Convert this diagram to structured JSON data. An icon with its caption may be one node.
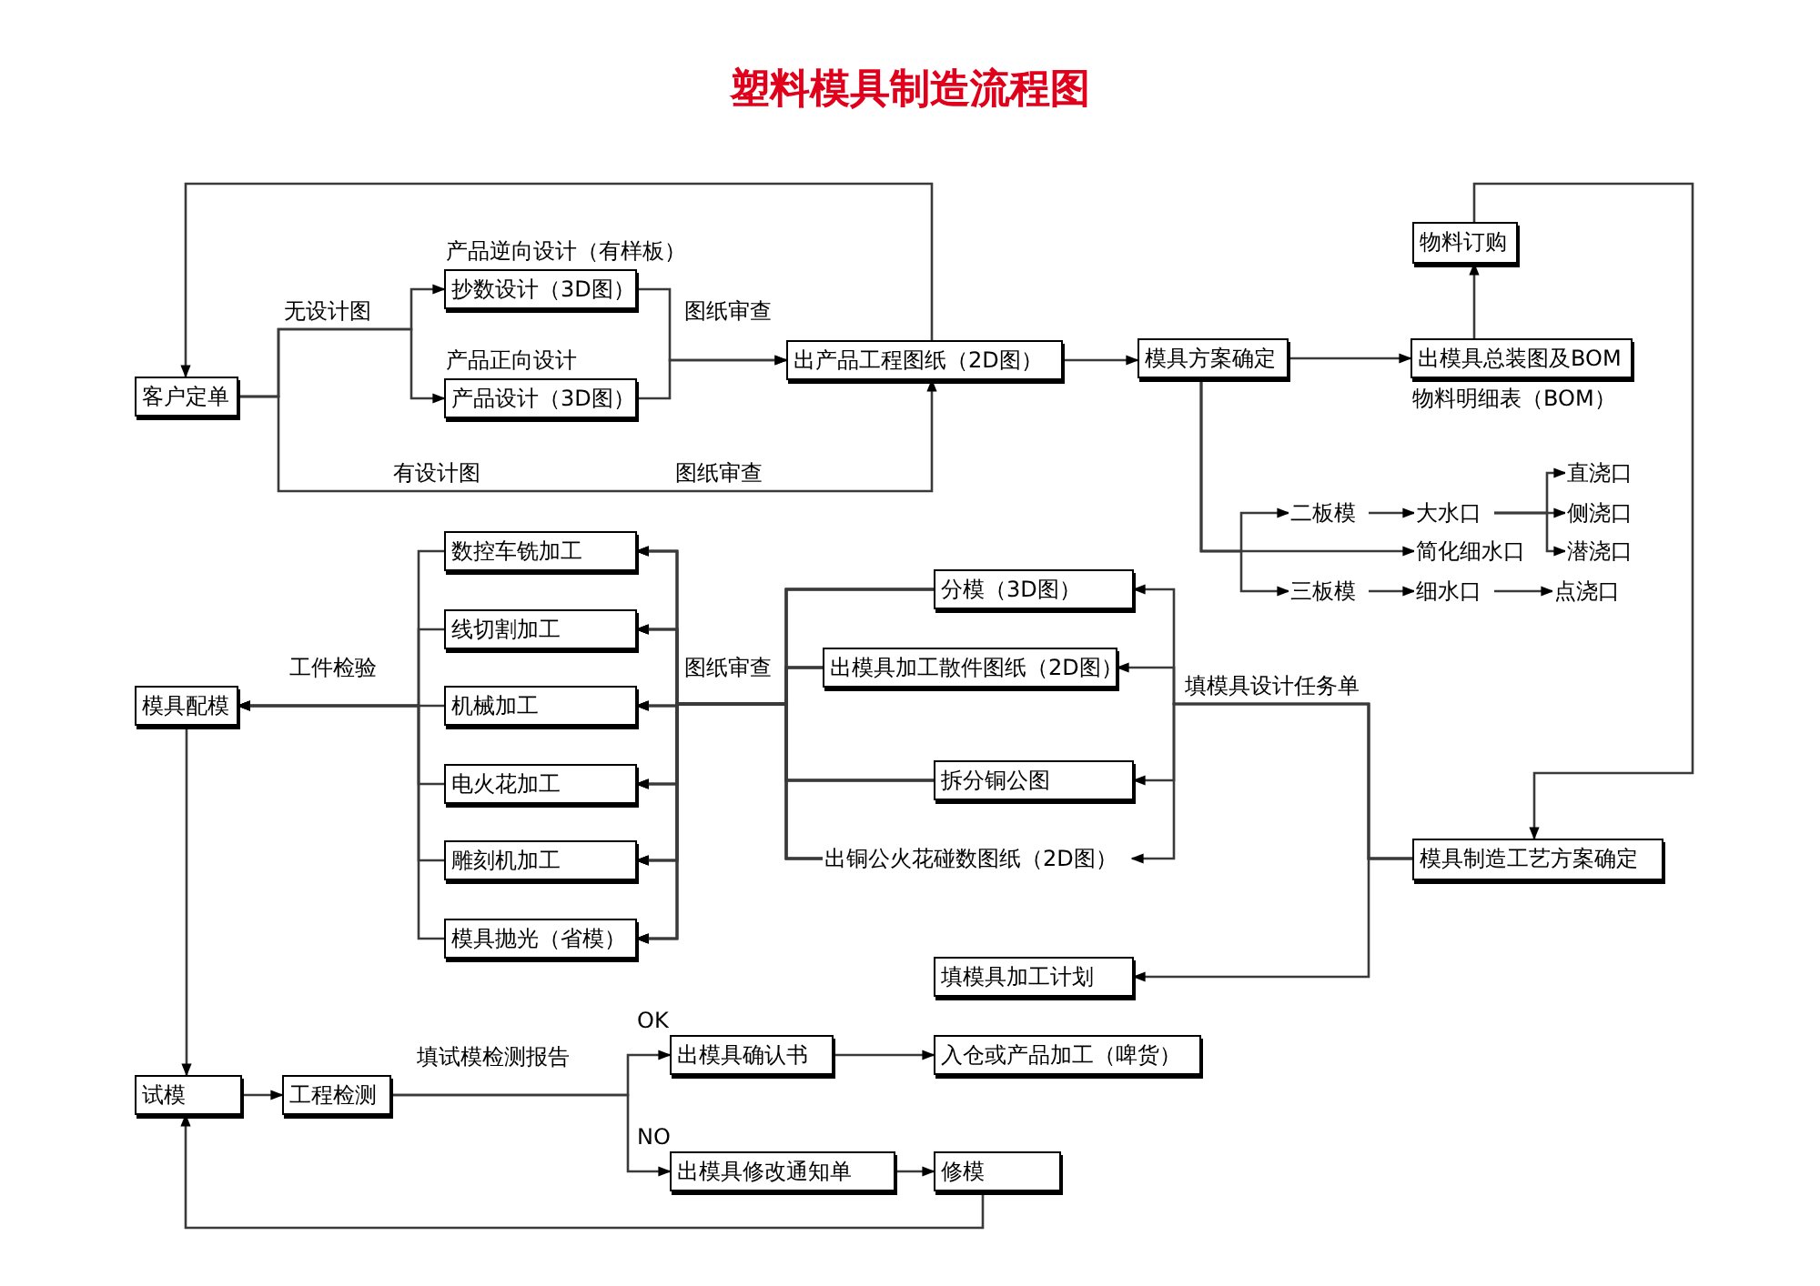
{
  "diagram": {
    "title": "塑料模具制造流程图",
    "nodes": [
      {
        "text": [
          "客户定单"
        ]
      },
      {
        "text": [
          "产品逆向设计（有样板）",
          "抄数设计（3D图）"
        ]
      },
      {
        "text": [
          "产品正向设计",
          "产品设计（3D图）"
        ]
      },
      {
        "text": [
          "出产品工程图纸（2D图）"
        ]
      },
      {
        "text": [
          "模具方案确定"
        ]
      },
      {
        "text": [
          "出模具总装图及BOM"
        ],
        "beside": [
          "物料明细表（BOM）"
        ]
      },
      {
        "text": [
          "物料订购"
        ]
      },
      {
        "text": [
          "二板模"
        ]
      },
      {
        "text": [
          "三板模"
        ]
      },
      {
        "text": [
          "大水口"
        ]
      },
      {
        "text": [
          "简化细水口"
        ]
      },
      {
        "text": [
          "细水口"
        ]
      },
      {
        "text": [
          "直浇口"
        ]
      },
      {
        "text": [
          "侧浇口"
        ]
      },
      {
        "text": [
          "潜浇口"
        ]
      },
      {
        "text": [
          "点浇口"
        ]
      },
      {
        "text": [
          "分模（3D图）"
        ]
      },
      {
        "text": [
          "出模具加工散件图纸（2D图）"
        ]
      },
      {
        "text": [
          "拆分铜公图"
        ]
      },
      {
        "text": [
          "出铜公火花碰数图纸（2D图）"
        ]
      },
      {
        "text": [
          "模具制造工艺方案确定"
        ]
      },
      {
        "text": [
          "填模具加工计划"
        ]
      },
      {
        "text": [
          "数控车铣加工"
        ]
      },
      {
        "text": [
          "线切割加工"
        ]
      },
      {
        "text": [
          "机械加工"
        ]
      },
      {
        "text": [
          "电火花加工"
        ]
      },
      {
        "text": [
          "雕刻机加工"
        ]
      },
      {
        "text": [
          "模具抛光（省模）"
        ]
      },
      {
        "text": [
          "模具配模"
        ]
      },
      {
        "text": [
          "试模"
        ]
      },
      {
        "text": [
          "工程检测"
        ]
      },
      {
        "text": [
          "出模具确认书"
        ]
      },
      {
        "text": [
          "入仓或产品加工（啤货）"
        ]
      },
      {
        "text": [
          "出模具修改通知单"
        ]
      },
      {
        "text": [
          "修模"
        ]
      }
    ],
    "edges": [
      {
        "from": 0,
        "to": 1,
        "arrow": "to",
        "label": "无设计图"
      },
      {
        "from": 0,
        "to": 2,
        "arrow": "to"
      },
      {
        "from": 0,
        "to": 3,
        "arrow": "to",
        "label": "有设计图"
      },
      {
        "from": 1,
        "to": 3,
        "arrow": "to",
        "label": "图纸审查"
      },
      {
        "from": 2,
        "to": 3,
        "arrow": "to"
      },
      {
        "from": 3,
        "to": 0,
        "arrow": "to"
      },
      {
        "from": 3,
        "to": 4,
        "arrow": "to"
      },
      {
        "from": 4,
        "to": 5,
        "arrow": "to"
      },
      {
        "from": 5,
        "to": 6,
        "arrow": "to"
      },
      {
        "from": 4,
        "to": 7,
        "arrow": "to"
      },
      {
        "from": 4,
        "to": 10,
        "arrow": "to"
      },
      {
        "from": 4,
        "to": 8,
        "arrow": "to"
      },
      {
        "from": 7,
        "to": 9,
        "arrow": "to"
      },
      {
        "from": 9,
        "to": 12,
        "arrow": "to"
      },
      {
        "from": 9,
        "to": 13,
        "arrow": "to"
      },
      {
        "from": 9,
        "to": 14,
        "arrow": "to"
      },
      {
        "from": 8,
        "to": 11,
        "arrow": "to"
      },
      {
        "from": 11,
        "to": 15,
        "arrow": "to"
      },
      {
        "from": 6,
        "to": 20,
        "arrow": "to"
      },
      {
        "from": 20,
        "to": 16,
        "arrow": "to",
        "label": "填模具设计任务单"
      },
      {
        "from": 20,
        "to": 17,
        "arrow": "to"
      },
      {
        "from": 20,
        "to": 18,
        "arrow": "to"
      },
      {
        "from": 20,
        "to": 19,
        "arrow": "to"
      },
      {
        "from": 20,
        "to": 21,
        "arrow": "to"
      },
      {
        "from": 16,
        "to": 22,
        "arrow": "to",
        "label": "图纸审查"
      },
      {
        "from": 16,
        "to": 23,
        "arrow": "to"
      },
      {
        "from": 16,
        "to": 24,
        "arrow": "to"
      },
      {
        "from": 16,
        "to": 25,
        "arrow": "to"
      },
      {
        "from": 16,
        "to": 26,
        "arrow": "to"
      },
      {
        "from": 16,
        "to": 27,
        "arrow": "to"
      },
      {
        "from": 17,
        "to": 22,
        "arrow": "to"
      },
      {
        "from": 17,
        "to": 23,
        "arrow": "to"
      },
      {
        "from": 17,
        "to": 24,
        "arrow": "to"
      },
      {
        "from": 17,
        "to": 25,
        "arrow": "to"
      },
      {
        "from": 17,
        "to": 26,
        "arrow": "to"
      },
      {
        "from": 17,
        "to": 27,
        "arrow": "to"
      },
      {
        "from": 18,
        "to": 22,
        "arrow": "to"
      },
      {
        "from": 18,
        "to": 23,
        "arrow": "to"
      },
      {
        "from": 18,
        "to": 24,
        "arrow": "to"
      },
      {
        "from": 18,
        "to": 25,
        "arrow": "to"
      },
      {
        "from": 18,
        "to": 26,
        "arrow": "to"
      },
      {
        "from": 18,
        "to": 27,
        "arrow": "to"
      },
      {
        "from": 19,
        "to": 22,
        "arrow": "to"
      },
      {
        "from": 19,
        "to": 23,
        "arrow": "to"
      },
      {
        "from": 19,
        "to": 24,
        "arrow": "to"
      },
      {
        "from": 19,
        "to": 25,
        "arrow": "to"
      },
      {
        "from": 19,
        "to": 26,
        "arrow": "to"
      },
      {
        "from": 19,
        "to": 27,
        "arrow": "to"
      },
      {
        "from": 22,
        "to": 28,
        "arrow": "to"
      },
      {
        "from": 23,
        "to": 28,
        "arrow": "to"
      },
      {
        "from": 24,
        "to": 28,
        "arrow": "to",
        "label": "工件检验"
      },
      {
        "from": 25,
        "to": 28,
        "arrow": "to"
      },
      {
        "from": 26,
        "to": 28,
        "arrow": "to"
      },
      {
        "from": 27,
        "to": 28,
        "arrow": "to"
      },
      {
        "from": 28,
        "to": 29,
        "arrow": "to"
      },
      {
        "from": 29,
        "to": 30,
        "arrow": "to"
      },
      {
        "from": 30,
        "to": 31,
        "arrow": "to",
        "label": "OK"
      },
      {
        "from": 30,
        "to": 33,
        "arrow": "to",
        "label": "NO"
      },
      {
        "from": 31,
        "to": 32,
        "arrow": "to"
      },
      {
        "from": 33,
        "to": 34,
        "arrow": "to"
      },
      {
        "from": 34,
        "to": 29,
        "arrow": "to"
      }
    ],
    "labels": [
      "图纸审查",
      "填试模检测报告"
    ]
  }
}
